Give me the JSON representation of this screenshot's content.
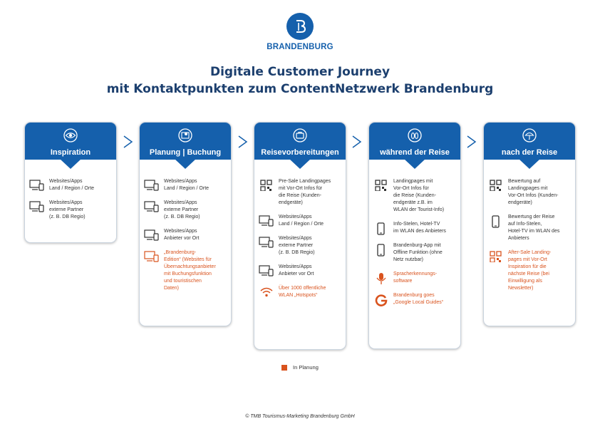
{
  "brand": {
    "name": "BRANDENBURG",
    "color": "#1560ac",
    "accent": "#d9531e"
  },
  "title": {
    "line1": "Digitale Customer Journey",
    "line2": "mit Kontaktpunkten zum ContentNetzwerk Brandenburg"
  },
  "stages": [
    {
      "label": "Inspiration",
      "icon": "eye-icon",
      "items": [
        {
          "icon": "devices-icon",
          "text": "Websites/Apps\nLand / Region / Orte",
          "planned": false
        },
        {
          "icon": "devices-icon",
          "text": "Websites/Apps\nexterne Partner\n(z. B. DB Regio)",
          "planned": false
        }
      ]
    },
    {
      "label": "Planung | Buchung",
      "icon": "map-pin-icon",
      "items": [
        {
          "icon": "devices-icon",
          "text": "Websites/Apps\nLand / Region / Orte",
          "planned": false
        },
        {
          "icon": "devices-icon",
          "text": "Websites/Apps\nexterne Partner\n(z. B. DB Regio)",
          "planned": false
        },
        {
          "icon": "devices-icon",
          "text": "Websites/Apps\nAnbieter vor Ort",
          "planned": false
        },
        {
          "icon": "devices-icon",
          "text": "„Brandenburg-\nEdition“ (Websites für\nÜbernachtungsanbieter\nmit Buchungsfunktion\nund touristischen\nDaten)",
          "planned": true
        }
      ]
    },
    {
      "label": "Reisevorbereitungen",
      "icon": "suitcase-icon",
      "items": [
        {
          "icon": "qr-code-icon",
          "text": "Pre-Sale Landingpages\nmit Vor-Ort Infos für\ndie Reise (Kunden-\nendgeräte)",
          "planned": false
        },
        {
          "icon": "devices-icon",
          "text": "Websites/Apps\nLand / Region / Orte",
          "planned": false
        },
        {
          "icon": "devices-icon",
          "text": "Websites/Apps\nexterne Partner\n(z. B. DB Regio)",
          "planned": false
        },
        {
          "icon": "devices-icon",
          "text": "Websites/Apps\nAnbieter vor Ort",
          "planned": false
        },
        {
          "icon": "wifi-icon",
          "text": "Über 1000 öffentliche\nWLAN „Hotspots“",
          "planned": true
        }
      ]
    },
    {
      "label": "während der Reise",
      "icon": "flip-flops-icon",
      "items": [
        {
          "icon": "qr-code-icon",
          "text": "Landingpages mit\nVor-Ort Infos für\ndie Reise (Kunden-\nendgeräte z.B. im\nWLAN der Tourist-Info)",
          "planned": false
        },
        {
          "icon": "smartphone-icon",
          "text": "Info-Stelen, Hotel-TV\nim WLAN des Anbieters",
          "planned": false
        },
        {
          "icon": "smartphone-icon",
          "text": "Brandenburg-App mit\nOffline Funktion (ohne\nNetz nutzbar)",
          "planned": false
        },
        {
          "icon": "microphone-icon",
          "text": "Spracherkennungs-\nsoftware",
          "planned": true
        },
        {
          "icon": "google-icon",
          "text": "Brandenburg goes\n„Google Local Guides“",
          "planned": true
        }
      ]
    },
    {
      "label": "nach der Reise",
      "icon": "umbrella-icon",
      "items": [
        {
          "icon": "qr-code-icon",
          "text": "Bewertung auf\nLandingpages mit\nVor-Ort Infos (Kunden-\nendgeräte)",
          "planned": false
        },
        {
          "icon": "smartphone-icon",
          "text": "Bewertung der Reise\nauf Info-Stelen,\nHotel-TV im WLAN des\nAnbieters",
          "planned": false
        },
        {
          "icon": "qr-code-icon",
          "text": "After-Sale Landing-\npages mit Vor-Ort\nInspiration für die\nnächste Reise (bei\nEinwilligung als\nNewsletter)",
          "planned": true
        }
      ]
    }
  ],
  "legend": {
    "label": "In Planung"
  },
  "copyright": "© TMB Tourismus-Marketing Brandenburg GmbH"
}
